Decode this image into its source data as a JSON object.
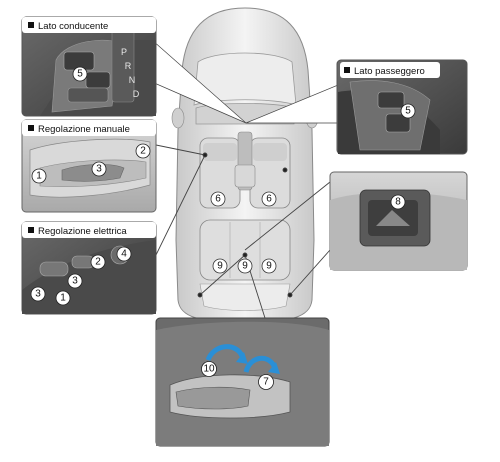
{
  "panels": {
    "driver": {
      "title": "Lato conducente",
      "callouts": [
        "5"
      ],
      "gear_letters": [
        "P",
        "R",
        "N",
        "D"
      ]
    },
    "passenger": {
      "title": "Lato passeggero",
      "callouts": [
        "5"
      ]
    },
    "manual": {
      "title": "Regolazione manuale",
      "callouts": [
        "1",
        "2",
        "3"
      ]
    },
    "electric": {
      "title": "Regolazione elettrica",
      "callouts": [
        "1",
        "2",
        "3",
        "3",
        "4"
      ]
    },
    "rear_seat": {
      "callouts": [
        "8"
      ]
    },
    "armrest": {
      "callouts": [
        "10",
        "7"
      ]
    }
  },
  "car": {
    "callouts": [
      "6",
      "6",
      "9",
      "9",
      "9"
    ]
  }
}
